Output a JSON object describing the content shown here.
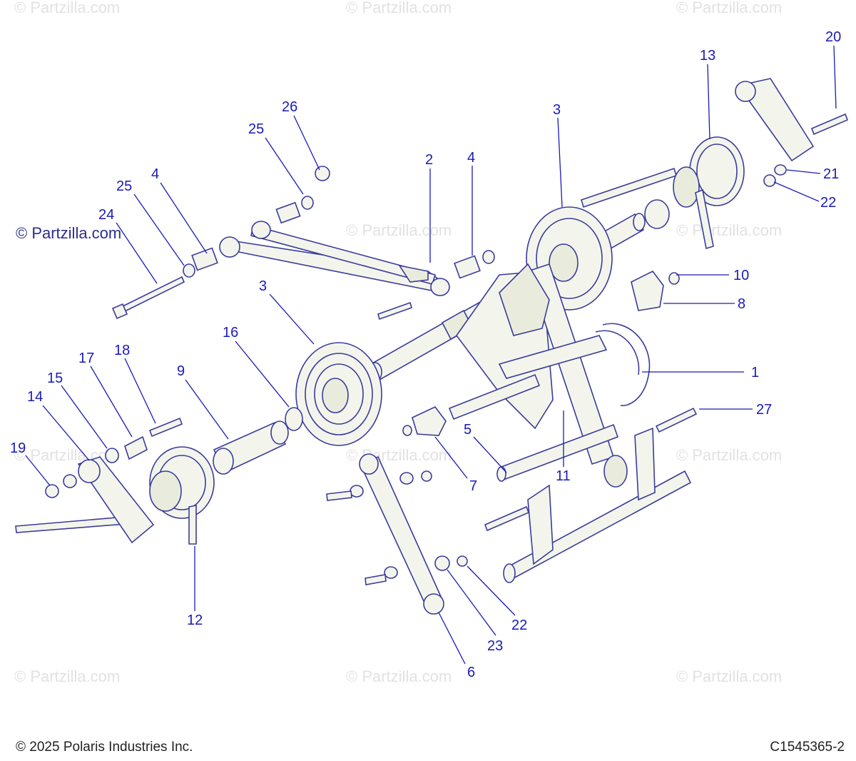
{
  "watermark": "© Partzilla.com",
  "watermark_dark": "© Partzilla.com",
  "footer": {
    "copyright": "© 2025 Polaris Industries Inc.",
    "diagram_code": "C1545365-2"
  },
  "callouts": [
    "1",
    "2",
    "3",
    "3",
    "4",
    "4",
    "5",
    "6",
    "7",
    "8",
    "9",
    "10",
    "11",
    "12",
    "13",
    "14",
    "15",
    "16",
    "17",
    "18",
    "19",
    "20",
    "21",
    "22",
    "22",
    "23",
    "24",
    "25",
    "25",
    "26",
    "27"
  ],
  "colors": {
    "label": "#1a1ab8",
    "line_art": "#3b3b9c",
    "part_fill": "#f3f5ec"
  }
}
